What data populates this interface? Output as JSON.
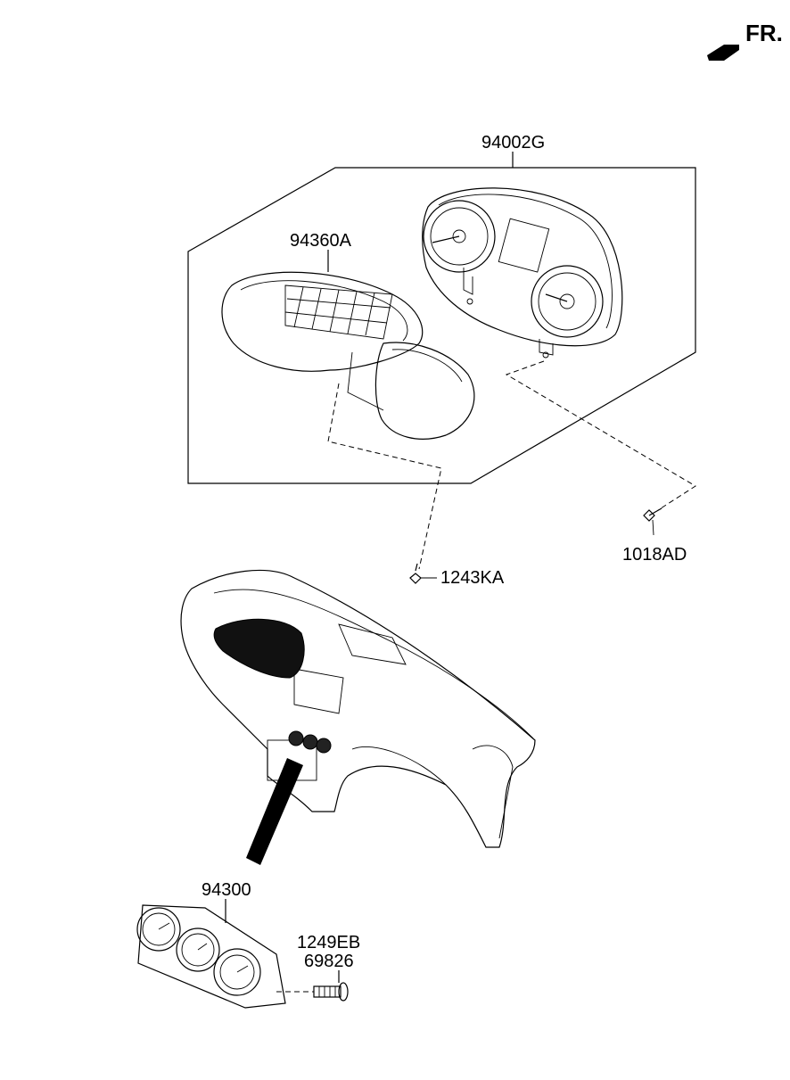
{
  "orientation": {
    "label": "FR."
  },
  "parts": {
    "cluster_assembly": "94002G",
    "cluster_lens_frame": "94360A",
    "screw_left": "1243KA",
    "screw_right": "1018AD",
    "clock_gauge": "94300",
    "screw_gauge_a": "1249EB",
    "screw_gauge_b": "69826"
  }
}
